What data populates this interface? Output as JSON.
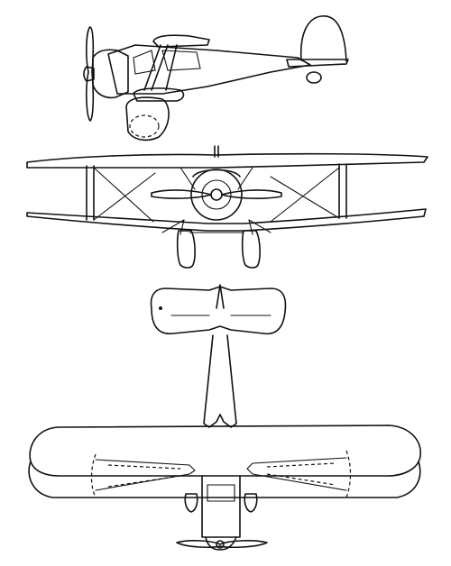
{
  "drawing": {
    "subject": "biplane-three-view",
    "views": [
      "side",
      "front",
      "top"
    ],
    "colors": {
      "ink": "#111111",
      "paper": "#ffffff"
    }
  }
}
